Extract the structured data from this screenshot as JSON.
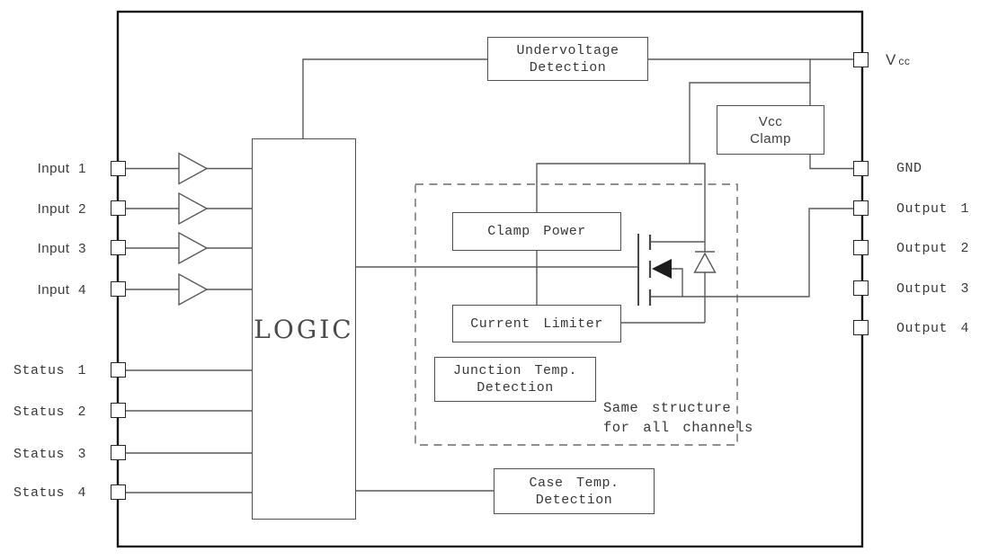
{
  "pins": {
    "left": [
      {
        "label": "Input 1"
      },
      {
        "label": "Input 2"
      },
      {
        "label": "Input 3"
      },
      {
        "label": "Input 4"
      },
      {
        "label": "Status 1"
      },
      {
        "label": "Status 2"
      },
      {
        "label": "Status 3"
      },
      {
        "label": "Status 4"
      }
    ],
    "right": [
      {
        "label": "Vcc",
        "main": "V",
        "sub": "cc"
      },
      {
        "label": "GND"
      },
      {
        "label": "Output 1"
      },
      {
        "label": "Output 2"
      },
      {
        "label": "Output 3"
      },
      {
        "label": "Output 4"
      }
    ]
  },
  "blocks": {
    "logic": {
      "label": "LOGIC"
    },
    "undervoltage_detection": {
      "line1": "Undervoltage",
      "line2": "Detection"
    },
    "vcc_clamp": {
      "line1": "Vcc",
      "line2": "Clamp"
    },
    "clamp_power": {
      "label": "Clamp Power"
    },
    "current_limiter": {
      "label": "Current Limiter"
    },
    "junction_temp_detection": {
      "line1": "Junction Temp.",
      "line2": "Detection"
    },
    "case_temp_detection": {
      "line1": "Case Temp.",
      "line2": "Detection"
    }
  },
  "annotations": {
    "same_structure": {
      "line1": "Same structure",
      "line2": "for all channels"
    }
  },
  "colors": {
    "wire": "#585858",
    "outer_border": "#161616",
    "text": "#383838",
    "background": "#ffffff"
  }
}
